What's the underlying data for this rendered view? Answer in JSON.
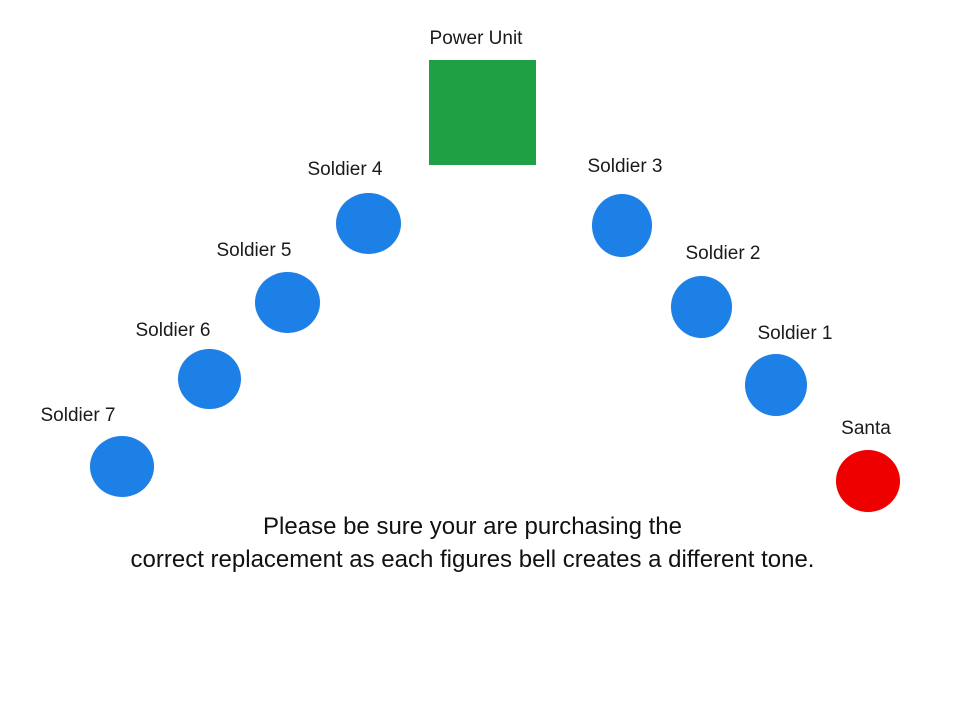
{
  "power_unit": {
    "label": "Power Unit",
    "color": "#1fa045"
  },
  "figures": [
    {
      "id": "soldier-4",
      "label": "Soldier 4",
      "color": "#1d80e6"
    },
    {
      "id": "soldier-3",
      "label": "Soldier 3",
      "color": "#1d80e6"
    },
    {
      "id": "soldier-5",
      "label": "Soldier 5",
      "color": "#1d80e6"
    },
    {
      "id": "soldier-2",
      "label": "Soldier 2",
      "color": "#1d80e6"
    },
    {
      "id": "soldier-6",
      "label": "Soldier 6",
      "color": "#1d80e6"
    },
    {
      "id": "soldier-1",
      "label": "Soldier 1",
      "color": "#1d80e6"
    },
    {
      "id": "soldier-7",
      "label": "Soldier 7",
      "color": "#1d80e6"
    },
    {
      "id": "santa",
      "label": "Santa",
      "color": "#ef0000"
    }
  ],
  "note": {
    "line1": "Please be sure your are purchasing the",
    "line2": "correct replacement as each figures bell creates a different tone."
  }
}
